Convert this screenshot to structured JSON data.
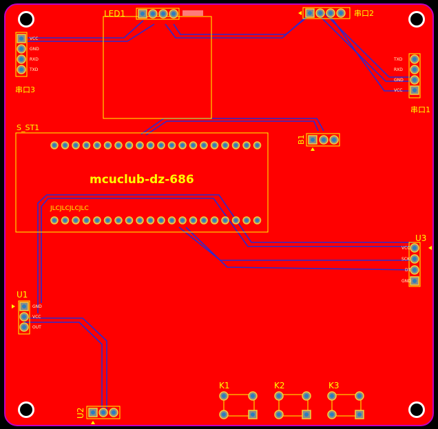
{
  "board": {
    "title": "mcuclub-dz-686",
    "colors": {
      "copper": "#ff0000",
      "outline": "#c000c0",
      "silkscreen": "#ffff00",
      "trace": "#2b2bd0"
    }
  },
  "designators": {
    "led1": "LED1",
    "chuankou2": "串口2",
    "chuankou3": "串口3",
    "chuankou1": "串口1",
    "s_st1": "S_ST1",
    "b1": "B1",
    "u3": "U3",
    "u1": "U1",
    "u2": "U2",
    "k1": "K1",
    "k2": "K2",
    "k3": "K3"
  },
  "pin_labels": {
    "chuankou3": [
      "VCC",
      "GND",
      "RXD",
      "TXD"
    ],
    "chuankou1": [
      "TXD",
      "RXD",
      "GND",
      "VCC"
    ],
    "u3": [
      "VCC",
      "SCK",
      "DT",
      "GND"
    ],
    "u1": [
      "GND",
      "VCC",
      "OUT"
    ],
    "s_st1_bottom_note": "JLCJLCJLCJLC"
  },
  "icons": [
    "mounting-hole-icon",
    "pin1-marker-icon"
  ]
}
